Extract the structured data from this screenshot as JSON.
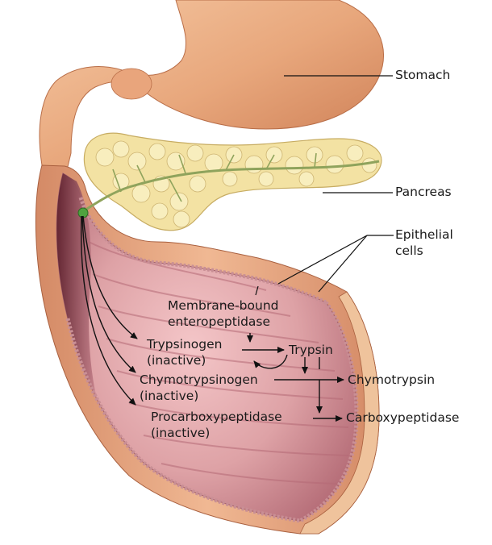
{
  "labels": {
    "stomach": "Stomach",
    "pancreas": "Pancreas",
    "epithelial_1": "Epithelial",
    "epithelial_2": "cells",
    "membrane_1": "Membrane-bound",
    "membrane_2": "enteropeptidase",
    "trypsinogen": "Trypsinogen",
    "trypsinogen_inactive": "(inactive)",
    "trypsin": "Trypsin",
    "chymotrypsinogen": "Chymotrypsinogen",
    "chymotrypsinogen_inactive": "(inactive)",
    "chymotrypsin": "Chymotrypsin",
    "procarboxypeptidase": "Procarboxypeptidase",
    "procarboxypeptidase_inactive": "(inactive)",
    "carboxypeptidase": "Carboxypeptidase"
  },
  "colors": {
    "stomach": "#e8a77c",
    "stomach_shade": "#c9784f",
    "pancreas": "#f3e2a3",
    "pancreas_edge": "#c7ac62",
    "duct": "#8fa35c",
    "lumen": "#d89aa0",
    "lumen_dark": "#7c2f3c",
    "wall": "#e5a984",
    "epithelium": "#c98f95",
    "duct_opening": "#4fa23f",
    "arrow": "#111111"
  }
}
